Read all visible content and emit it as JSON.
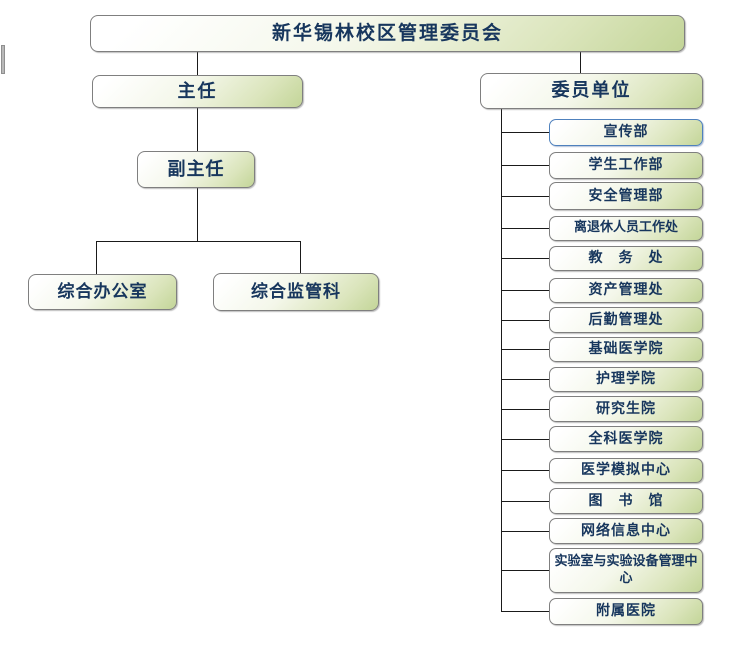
{
  "diagram": {
    "type": "org-chart",
    "title": "新华锡林校区管理委员会",
    "colors": {
      "node_fill_light": "#FFFFFF",
      "node_fill_green": "#C3D598",
      "node_border": "#7F7F7F",
      "selected_border": "#4F81BD",
      "text": "#17365D",
      "connector": "#1A1A1A"
    },
    "nodes": {
      "root": {
        "label": "新华锡林校区管理委员会"
      },
      "director": {
        "label": "主任"
      },
      "deputy_director": {
        "label": "副主任"
      },
      "general_office": {
        "label": "综合办公室"
      },
      "supervision_section": {
        "label": "综合监管科"
      },
      "committee_units": {
        "label": "委员单位"
      }
    },
    "member_units": [
      {
        "label": "宣传部",
        "selected": true
      },
      {
        "label": "学生工作部",
        "selected": false
      },
      {
        "label": "安全管理部",
        "selected": false
      },
      {
        "label": "离退休人员工作处",
        "selected": false
      },
      {
        "label": "教　务　处",
        "selected": false
      },
      {
        "label": "资产管理处",
        "selected": false
      },
      {
        "label": "后勤管理处",
        "selected": false
      },
      {
        "label": "基础医学院",
        "selected": false
      },
      {
        "label": "护理学院",
        "selected": false
      },
      {
        "label": "研究生院",
        "selected": false
      },
      {
        "label": "全科医学院",
        "selected": false
      },
      {
        "label": "医学模拟中心",
        "selected": false
      },
      {
        "label": "图　书　馆",
        "selected": false
      },
      {
        "label": "网络信息中心",
        "selected": false
      },
      {
        "label": "实验室与实验设备管理中心",
        "selected": false
      },
      {
        "label": "附属医院",
        "selected": false
      }
    ]
  }
}
